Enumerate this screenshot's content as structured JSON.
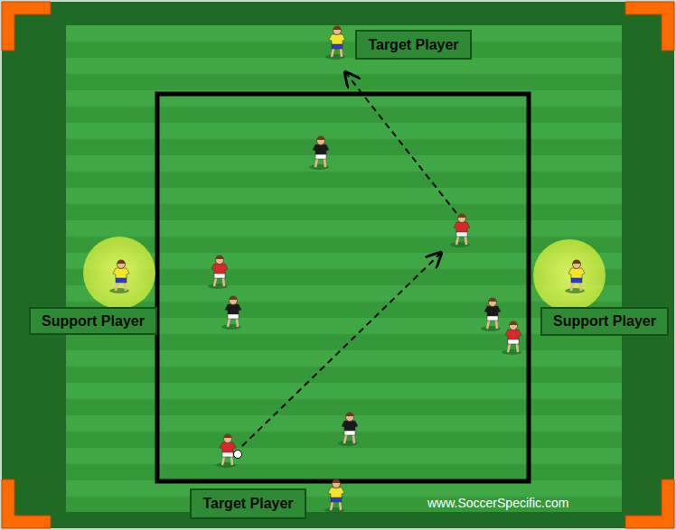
{
  "diagram": {
    "nodes": [
      {
        "text": [
          "Target Player"
        ]
      },
      {
        "text": [
          "Support Player"
        ]
      },
      {
        "text": [
          "Support Player"
        ]
      },
      {
        "text": [
          "Target Player"
        ]
      }
    ],
    "labels": [
      "www.SoccerSpecific.com"
    ]
  }
}
